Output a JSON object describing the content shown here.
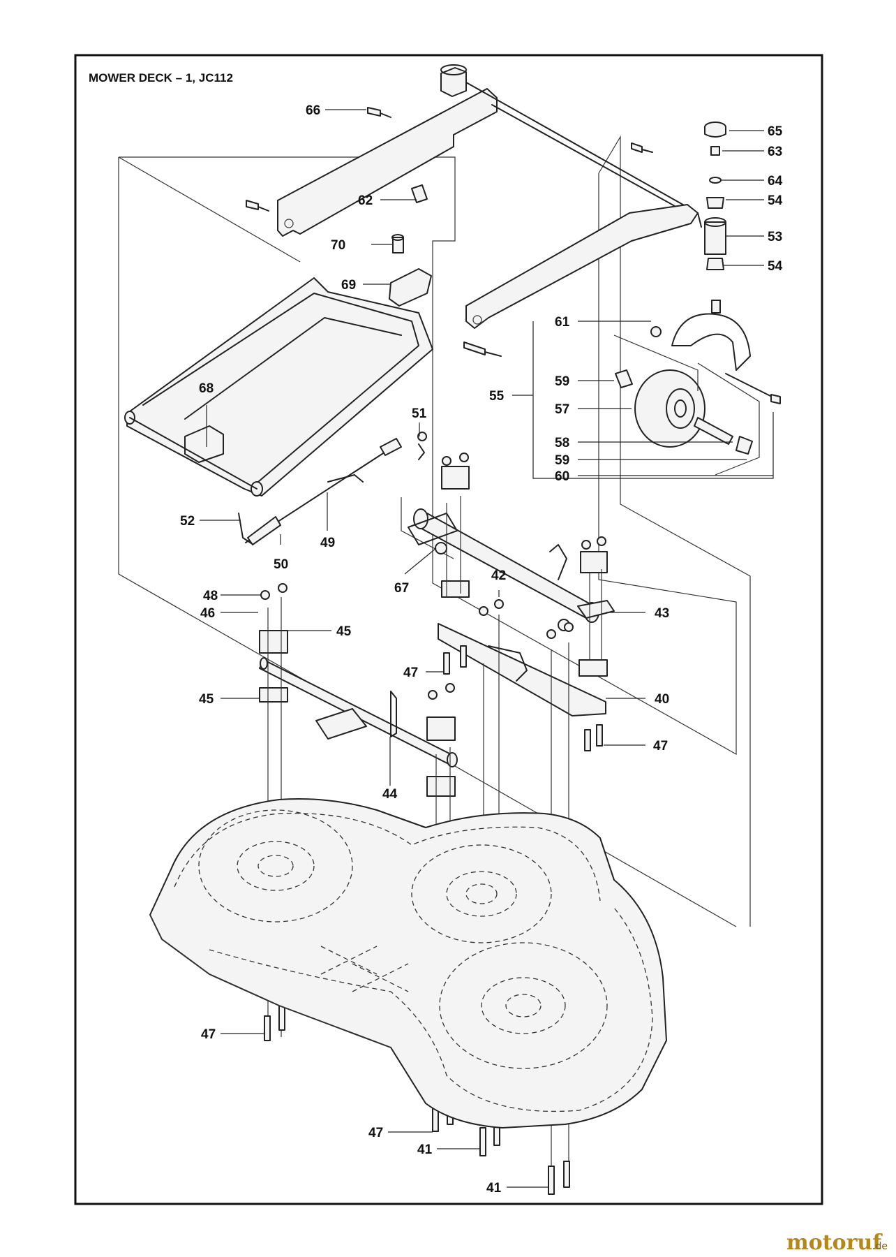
{
  "title": "MOWER DECK – 1, JC112",
  "watermark": {
    "brand": "motoruf",
    "suffix": ".de"
  },
  "callouts": [
    {
      "id": "c66a",
      "text": "66"
    },
    {
      "id": "c65",
      "text": "65"
    },
    {
      "id": "c63",
      "text": "63"
    },
    {
      "id": "c64",
      "text": "64"
    },
    {
      "id": "c54a",
      "text": "54"
    },
    {
      "id": "c53",
      "text": "53"
    },
    {
      "id": "c54b",
      "text": "54"
    },
    {
      "id": "c62",
      "text": "62"
    },
    {
      "id": "c70",
      "text": "70"
    },
    {
      "id": "c69",
      "text": "69"
    },
    {
      "id": "c61",
      "text": "61"
    },
    {
      "id": "c59a",
      "text": "59"
    },
    {
      "id": "c55",
      "text": "55"
    },
    {
      "id": "c57",
      "text": "57"
    },
    {
      "id": "c58",
      "text": "58"
    },
    {
      "id": "c59b",
      "text": "59"
    },
    {
      "id": "c60",
      "text": "60"
    },
    {
      "id": "c68",
      "text": "68"
    },
    {
      "id": "c51",
      "text": "51"
    },
    {
      "id": "c52",
      "text": "52"
    },
    {
      "id": "c49",
      "text": "49"
    },
    {
      "id": "c50",
      "text": "50"
    },
    {
      "id": "c67",
      "text": "67"
    },
    {
      "id": "c42",
      "text": "42"
    },
    {
      "id": "c43",
      "text": "43"
    },
    {
      "id": "c48",
      "text": "48"
    },
    {
      "id": "c46",
      "text": "46"
    },
    {
      "id": "c45a",
      "text": "45"
    },
    {
      "id": "c47a",
      "text": "47"
    },
    {
      "id": "c40",
      "text": "40"
    },
    {
      "id": "c45b",
      "text": "45"
    },
    {
      "id": "c47b",
      "text": "47"
    },
    {
      "id": "c44",
      "text": "44"
    },
    {
      "id": "c47c",
      "text": "47"
    },
    {
      "id": "c47d",
      "text": "47"
    },
    {
      "id": "c41a",
      "text": "41"
    },
    {
      "id": "c41b",
      "text": "41"
    }
  ]
}
